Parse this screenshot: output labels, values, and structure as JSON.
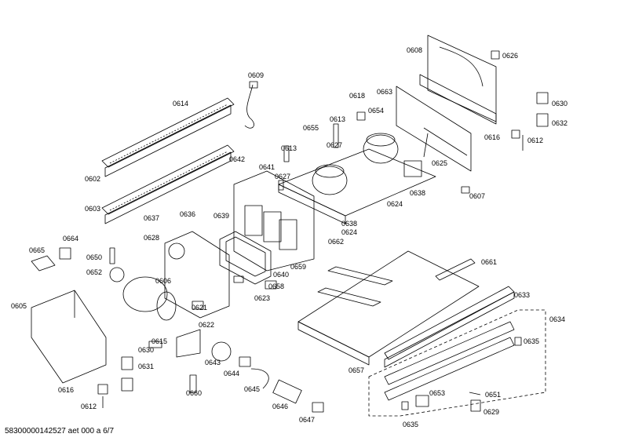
{
  "footer": "58300000142527 aet 000 a 6/7",
  "parts": [
    "0602",
    "0603",
    "0605",
    "0606",
    "0607",
    "0608",
    "0609",
    "0612",
    "0613",
    "0614",
    "0615",
    "0616",
    "0618",
    "0621",
    "0622",
    "0623",
    "0624",
    "0625",
    "0626",
    "0627",
    "0628",
    "0629",
    "0630",
    "0631",
    "0632",
    "0633",
    "0634",
    "0635",
    "0636",
    "0637",
    "0638",
    "0639",
    "0640",
    "0641",
    "0642",
    "0643",
    "0644",
    "0645",
    "0646",
    "0647",
    "0650",
    "0651",
    "0652",
    "0653",
    "0654",
    "0655",
    "0657",
    "0658",
    "0659",
    "0660",
    "0661",
    "0662",
    "0663",
    "0664",
    "0665"
  ],
  "colors": {
    "line": "#000000",
    "background": "#ffffff"
  }
}
